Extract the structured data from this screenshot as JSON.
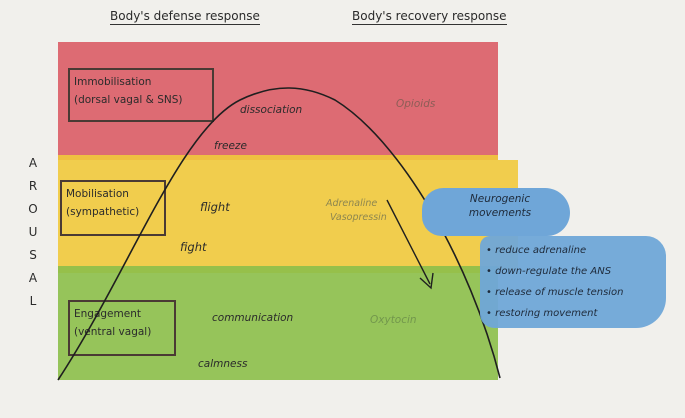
{
  "headers": {
    "defense": "Body's defense response",
    "recovery": "Body's recovery response"
  },
  "axis": {
    "letters": [
      "A",
      "R",
      "O",
      "U",
      "S",
      "A",
      "L"
    ]
  },
  "zones": {
    "immobilisation": {
      "title": "Immobilisation",
      "subtitle": "(dorsal vagal & SNS)",
      "color": "#d9535e"
    },
    "mobilisation": {
      "title": "Mobilisation",
      "subtitle": "(sympathetic)",
      "color": "#f1c93c"
    },
    "engagement": {
      "title": "Engagement",
      "subtitle": "(ventral vagal)",
      "color": "#8cbf4a"
    }
  },
  "labels": {
    "dissociation": "dissociation",
    "freeze": "freeze",
    "flight": "flight",
    "fight": "fight",
    "communication": "communication",
    "calmness": "calmness",
    "opioids": "Opioids",
    "adrenaline": "Adrenaline",
    "vasopressin": "Vasopressin",
    "oxytocin": "Oxytocin"
  },
  "neurogenic": {
    "title_line1": "Neurogenic",
    "title_line2": "movements",
    "color": "#6fa6d8",
    "items": [
      "reduce adrenaline",
      "down-regulate the ANS",
      "release of muscle tension",
      "restoring movement"
    ]
  }
}
